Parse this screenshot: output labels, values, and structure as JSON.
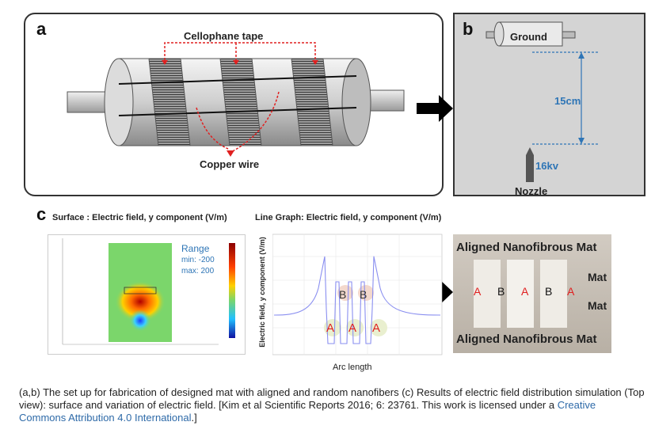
{
  "panel_a": {
    "label": "a",
    "top_annotation": "Cellophane tape",
    "bottom_annotation": "Copper wire"
  },
  "panel_b": {
    "label": "b",
    "collector_label": "Ground",
    "distance_label": "15cm",
    "voltage_label": "16kv",
    "nozzle_label": "Nozzle"
  },
  "panel_c": {
    "label": "c",
    "surface_title": "Surface : Electric field, y component (V/m)",
    "range_title": "Range",
    "range_min": "min: -200",
    "range_max": "max: 200",
    "line_title": "Line Graph: Electric field, y component (V/m)",
    "line_ylabel": "Electric field, y component (V/m)",
    "line_xlabel": "Arc length",
    "line_letters": [
      "B",
      "B",
      "A",
      "A",
      "A"
    ],
    "photo_header": "Aligned Nanofibrous Mat",
    "photo_footer": "Aligned Nanofibrous Mat",
    "photo_letters": [
      "A",
      "B",
      "A",
      "B",
      "A"
    ],
    "photo_side_top": "Mat",
    "photo_side_bottom": "Mat"
  },
  "caption": {
    "text": "(a,b) The set up for fabrication of designed mat with aligned and random nanofibers (c) Results of electric field distribution simulation (Top view): surface and variation of electric field. [Kim et al Scientific Reports 2016; 6: 23761. This work is licensed under a ",
    "link_text": "Creative Commons Attribution 4.0 International",
    "end": ".]"
  },
  "colors": {
    "accent_red": "#e02020",
    "dimension_blue": "#2e75b6",
    "arrow_black": "#000000"
  }
}
